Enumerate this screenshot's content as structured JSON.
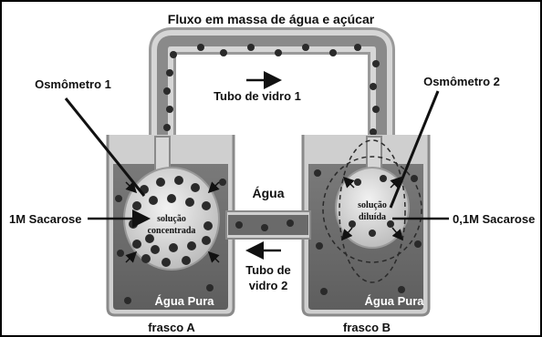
{
  "title": "Fluxo em massa de água e açúcar",
  "labels": {
    "osmometro_1": "Osmômetro 1",
    "osmometro_2": "Osmômetro 2",
    "tubo_vidro_1": "Tubo de vidro 1",
    "tubo_vidro_2_line1": "Tubo de",
    "tubo_vidro_2_line2": "vidro 2",
    "agua": "Água",
    "sacarose_1m": "1M Sacarose",
    "sacarose_01m": "0,1M Sacarose",
    "solucao_concentrada_line1": "solução",
    "solucao_concentrada_line2": "concentrada",
    "solucao_diluida_line1": "solução",
    "solucao_diluida_line2": "diluída",
    "agua_pura_a": "Água Pura",
    "agua_pura_b": "Água Pura",
    "frasco_a": "frasco A",
    "frasco_b": "frasco B"
  },
  "colors": {
    "water": "#6e6e6e",
    "glass": "#c9c9c9",
    "glass_edge": "#9a9a9a",
    "osmometer_fill": "#dcdcdc",
    "particle": "#2a2a2a",
    "frame": "#000000"
  }
}
